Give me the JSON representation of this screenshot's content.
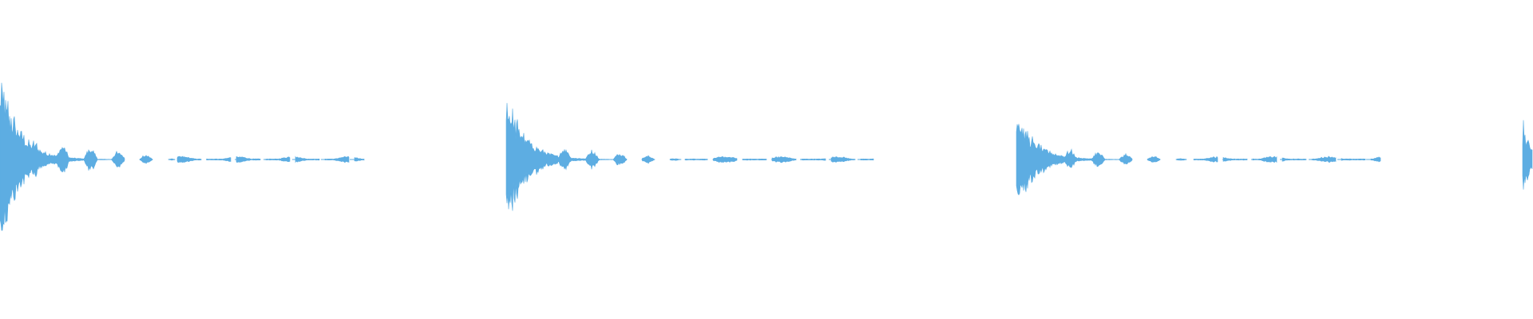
{
  "waveform": {
    "color": "#5dade2",
    "background": "#ffffff",
    "events": [
      {
        "onset": 0.0,
        "peak": 0.56,
        "decay": 0.012,
        "tail_level": 0.22
      },
      {
        "onset": 0.33,
        "peak": 0.42,
        "decay": 0.012,
        "tail_level": 0.22
      },
      {
        "onset": 0.663,
        "peak": 0.32,
        "decay": 0.012,
        "tail_level": 0.22
      },
      {
        "onset": 0.993,
        "peak": 0.22,
        "decay": 0.006,
        "tail_level": 0.1
      }
    ]
  }
}
